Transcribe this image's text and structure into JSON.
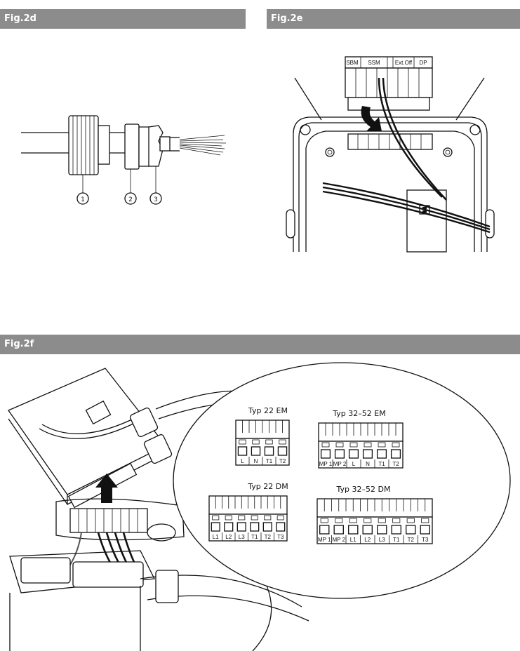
{
  "figures": [
    {
      "id": "fig2d",
      "label": "Fig.2d",
      "callouts": [
        "1",
        "2",
        "3"
      ]
    },
    {
      "id": "fig2e",
      "label": "Fig.2e",
      "terminal_groups": [
        "SBM",
        "SSM",
        "Ext.Off",
        "DP"
      ]
    },
    {
      "id": "fig2f",
      "label": "Fig.2f"
    }
  ],
  "connectors": {
    "typ22em": {
      "title": "Typ 22 EM",
      "terminals": [
        "L",
        "N",
        "T1",
        "T2"
      ]
    },
    "typ3252em": {
      "title": "Typ 32–52 EM",
      "terminals": [
        "MP 1",
        "MP 2",
        "L",
        "N",
        "T1",
        "T2"
      ]
    },
    "typ22dm": {
      "title": "Typ 22 DM",
      "terminals": [
        "L1",
        "L2",
        "L3",
        "T1",
        "T2",
        "T3"
      ]
    },
    "typ3252dm": {
      "title": "Typ 32–52 DM",
      "terminals": [
        "MP 1",
        "MP 2",
        "L1",
        "L2",
        "L3",
        "T1",
        "T2",
        "T3"
      ]
    }
  }
}
